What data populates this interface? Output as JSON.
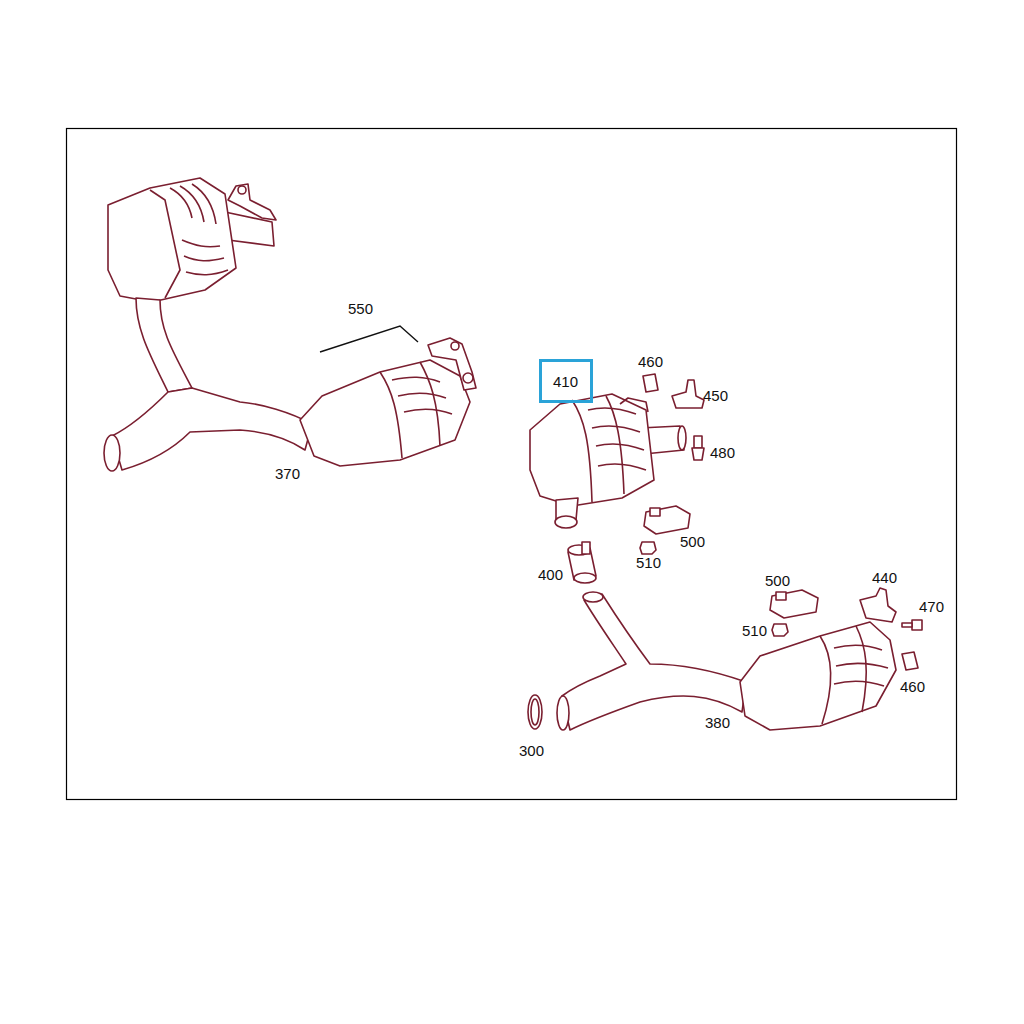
{
  "diagram": {
    "nodes": [
      {
        "text": [
          "410"
        ]
      }
    ],
    "labels": [
      "550",
      "460",
      "450",
      "480",
      "370",
      "500",
      "510",
      "400",
      "500",
      "440",
      "470",
      "510",
      "460",
      "380",
      "300"
    ]
  }
}
